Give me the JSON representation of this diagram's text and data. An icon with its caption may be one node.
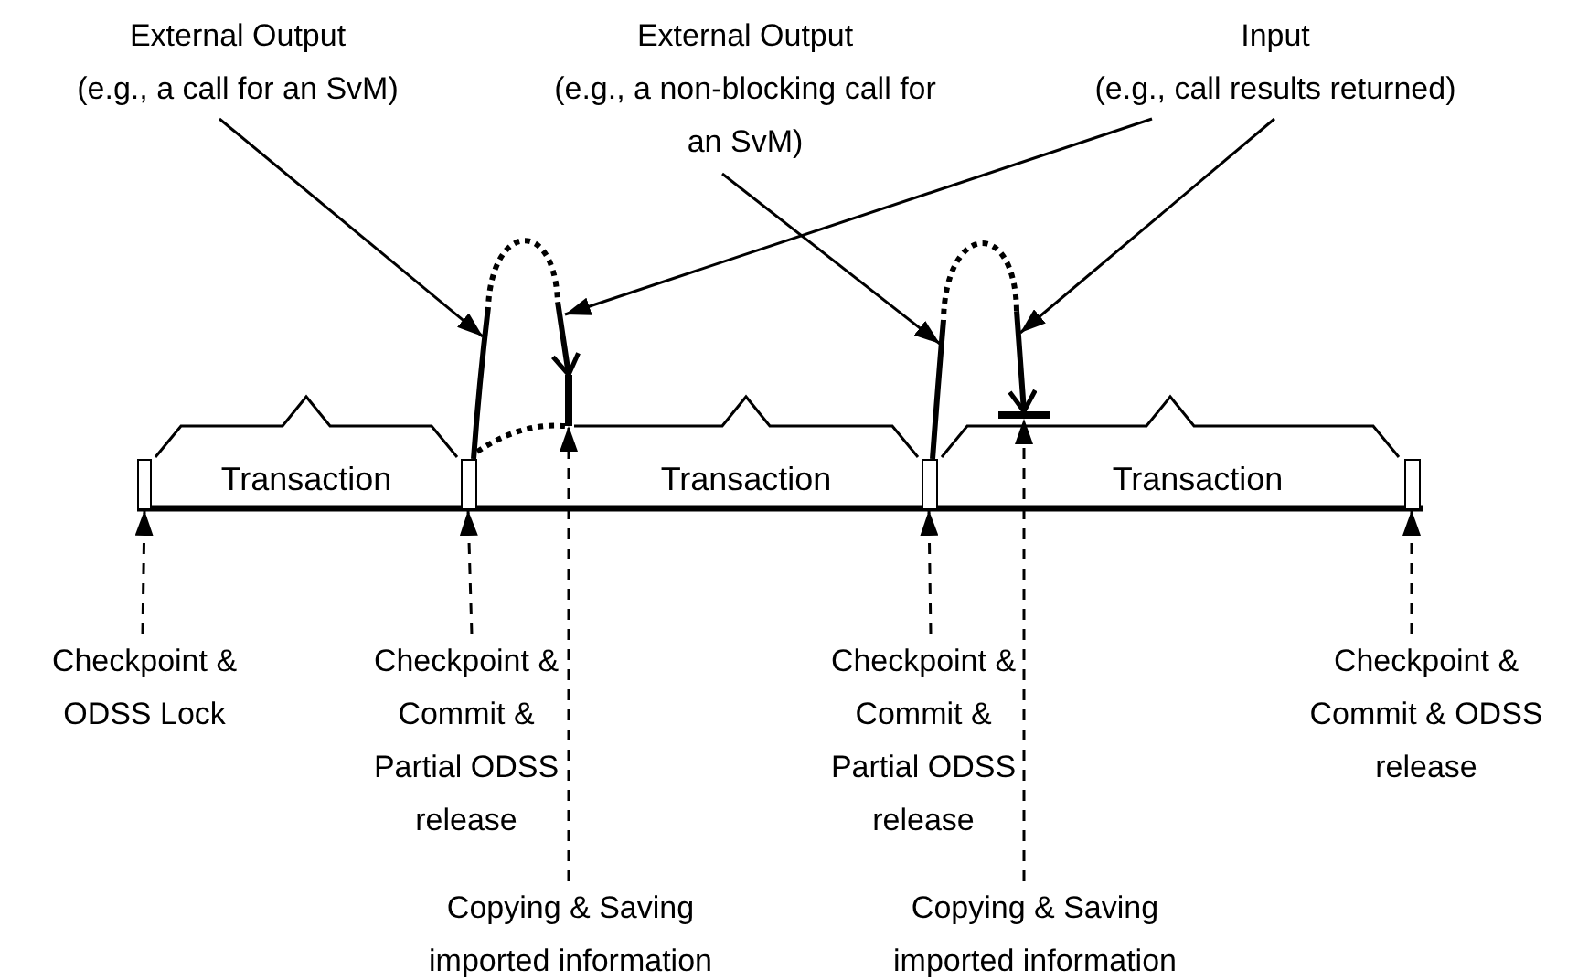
{
  "diagram": {
    "nodes": [
      {
        "text": [
          "External Output",
          "(e.g., a call for an SvM)"
        ]
      },
      {
        "text": [
          "External Output",
          "(e.g., a non-blocking call for an SvM)"
        ]
      },
      {
        "text": [
          "Input",
          "(e.g., call results returned)"
        ]
      },
      {
        "text": [
          "Transaction"
        ]
      },
      {
        "text": [
          "Transaction"
        ]
      },
      {
        "text": [
          "Transaction"
        ]
      },
      {
        "text": [],
        "shape": "box"
      },
      {
        "text": [],
        "shape": "box"
      },
      {
        "text": [],
        "shape": "box"
      },
      {
        "text": [],
        "shape": "box"
      },
      {
        "text": [
          "Checkpoint & ODSS Lock"
        ]
      },
      {
        "text": [
          "Checkpoint & Commit & Partial ODSS release"
        ]
      },
      {
        "text": [
          "Copying & Saving imported information"
        ]
      },
      {
        "text": [
          "Checkpoint & Commit & Partial ODSS release"
        ]
      },
      {
        "text": [
          "Copying & Saving imported information"
        ]
      },
      {
        "text": [
          "Checkpoint & Commit & ODSS release"
        ]
      },
      {
        "text": [],
        "shape": "bar"
      },
      {
        "text": [],
        "shape": "bar",
        "in": 5
      }
    ],
    "edges": [
      {
        "from": 0,
        "to": null,
        "arrow": "to"
      },
      {
        "from": 1,
        "to": null,
        "arrow": "to"
      },
      {
        "from": 2,
        "to": null,
        "arrow": "to"
      },
      {
        "from": 2,
        "to": null,
        "arrow": "to"
      },
      {
        "from": 10,
        "to": 6,
        "arrow": "to",
        "style": "dashed"
      },
      {
        "from": 11,
        "to": 7,
        "arrow": "to",
        "style": "dashed"
      },
      {
        "from": 12,
        "to": 16,
        "arrow": "to",
        "style": "dashed"
      },
      {
        "from": 13,
        "to": 8,
        "arrow": "to",
        "style": "dashed"
      },
      {
        "from": 14,
        "to": 17,
        "arrow": "to",
        "style": "dashed"
      },
      {
        "from": 15,
        "to": 9,
        "arrow": "to",
        "style": "dashed"
      },
      {
        "from": 7,
        "to": 16,
        "arrow": "to",
        "style": "dashed"
      },
      {
        "from": 7,
        "to": 16,
        "arrow": "none",
        "style": "dashed"
      },
      {
        "from": 8,
        "to": 17,
        "arrow": "to",
        "style": "dashed"
      }
    ]
  }
}
